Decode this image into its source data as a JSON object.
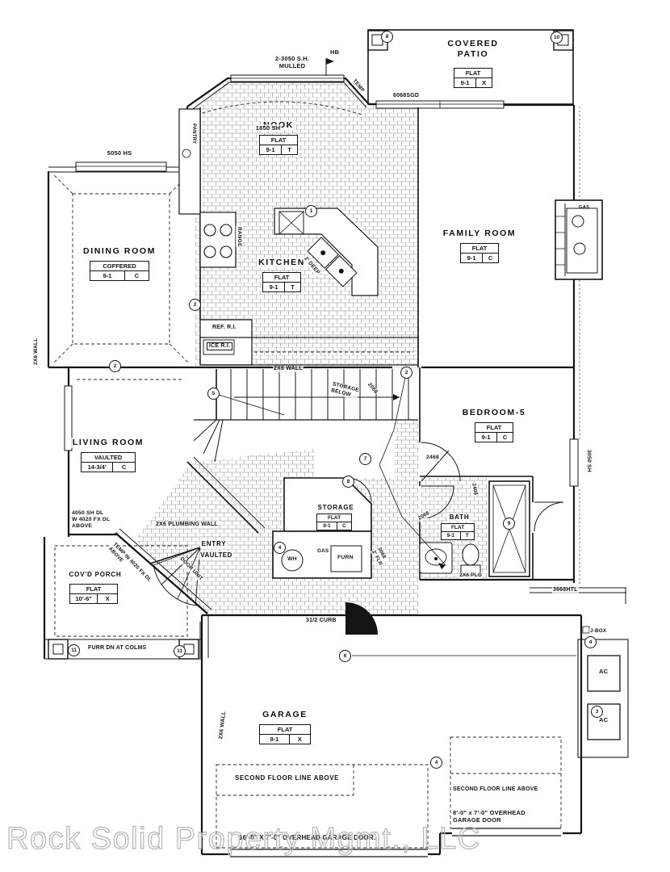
{
  "watermark": "Rock Solid Property Mgmt., LLC",
  "rooms": {
    "covered_patio": {
      "name": "COVERED\nPATIO",
      "ceiling": "FLAT",
      "height": "9-1",
      "code": "X"
    },
    "nook": {
      "name": "NOOK",
      "ceiling": "FLAT",
      "height": "9-1",
      "code": "T"
    },
    "family_room": {
      "name": "FAMILY ROOM",
      "ceiling": "FLAT",
      "height": "9-1",
      "code": "C"
    },
    "dining_room": {
      "name": "DINING ROOM",
      "ceiling": "COFFERED",
      "height": "9-1",
      "code": "C"
    },
    "kitchen": {
      "name": "KITCHEN",
      "ceiling": "FLAT",
      "height": "9-1",
      "code": "T"
    },
    "living_room": {
      "name": "LIVING ROOM",
      "ceiling": "VAULTED",
      "height": "14-3/4'",
      "code": "C"
    },
    "bedroom_5": {
      "name": "BEDROOM-5",
      "ceiling": "FLAT",
      "height": "9-1",
      "code": "C"
    },
    "storage": {
      "name": "STORAGE",
      "ceiling": "FLAT",
      "height": "9-1",
      "code": "C"
    },
    "bath": {
      "name": "BATH",
      "ceiling": "FLAT",
      "height": "9-1",
      "code": "T"
    },
    "entry": {
      "name": "ENTRY",
      "ceiling": "VAULTED"
    },
    "covd_porch": {
      "name": "COV'D PORCH",
      "ceiling": "FLAT",
      "height": "10'-6\"",
      "code": "X"
    },
    "garage": {
      "name": "GARAGE",
      "ceiling": "FLAT",
      "height": "9-1",
      "code": "X"
    }
  },
  "fixtures": {
    "water_heater": "WH",
    "furnace": "FURN",
    "gas": "GAS",
    "range": "RANGE",
    "pantry": "PANTRY",
    "refrigerator": "REF. R.I.",
    "ice_maker": "ICE R.I.",
    "ac_1": "AC",
    "ac_2": "AC",
    "j_box": "J-BOX",
    "hose_bib": "HB",
    "fireplace_gas": "GAS"
  },
  "notes": {
    "mulled_windows": "2-3050 S.H.\nMULLED",
    "nook_window": "1850 SH",
    "temp_glass": "TEMP",
    "patio_slider": "6068SGD",
    "dining_window": "5050 HS",
    "counter_depth": "2' DEEP",
    "kitchen_wall": "2X6 WALL",
    "storage_below": "STORAGE\nBELOW",
    "stair_door": "2068",
    "left_wall": "2X6 WALL",
    "plumbing_wall": "2X6 PLUMBING WALL",
    "living_windows": "4050 SH DL\nW 4020 FX DL\nABOVE",
    "bedroom_door": "2468",
    "bedroom_window": "3050 SH",
    "bath_hall_door": "2408",
    "bath_door": "2068",
    "bath_plumbing": "2X6 PLG",
    "hall_header": "3668HTL",
    "entry_door_glass": "TEMP IN 4020 FX DL\nABOVE",
    "entry_door_unit": "DOOR UNIT",
    "porch_soffit": "FURR DN AT COLMS",
    "garage_entry_door": "3068\n2' FLR",
    "garage_curb": "31/2 CURB",
    "garage_wall": "2X6 WALL",
    "second_floor_left": "SECOND FLOOR LINE ABOVE",
    "second_floor_right": "SECOND FLOOR LINE ABOVE",
    "garage_door_8": "8'-0\" x 7'-0\" OVERHEAD\nGARAGE DOOR",
    "garage_door_16": "16'-0\" X 7'-0\" OVERHEAD GARAGE DOOR."
  },
  "keyed_notes": {
    "patio_left": "8",
    "patio_right": "10",
    "kitchen": "1",
    "dining": "2",
    "living": "2",
    "hall": "2",
    "stairs": "5",
    "stair_mid": "7",
    "stair_low": "8",
    "shower": "9",
    "utility": "4",
    "garage": "6",
    "garage_door": "4",
    "j_box": "4",
    "ac": "3",
    "porch_left": "11",
    "porch_right": "11"
  }
}
